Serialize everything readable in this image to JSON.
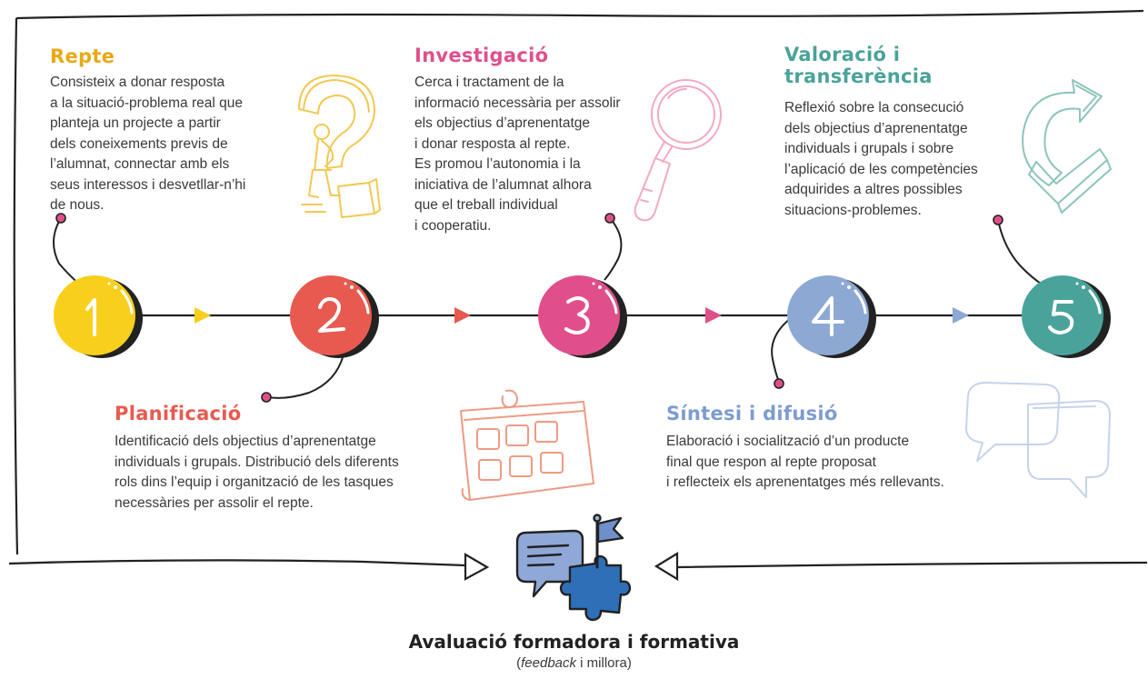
{
  "colors": {
    "yellow": "#f8cf1c",
    "red": "#e85a4f",
    "pink": "#e04f8c",
    "blue": "#8ea8d4",
    "teal": "#4aa39a",
    "dark": "#222222",
    "connector": "#b4275c"
  },
  "steps": [
    {
      "number": "1",
      "title": "Repte",
      "text": "Consisteix a donar resposta\na la situació-problema real que\nplanteja un projecte a partir\ndels coneixements previs de\nl’alumnat, connectar amb els\nseus interessos i desvetllar-n’hi\n        de nous.",
      "icon": "question-mark-thinker-icon"
    },
    {
      "number": "2",
      "title": "Planificació",
      "text": "Identificació dels objectius d’aprenentatge\nindividuals i grupals. Distribució dels diferents\nrols dins l’equip i organització de les tasques\nnecessàries per assolir el repte.",
      "icon": "calendar-icon"
    },
    {
      "number": "3",
      "title": "Investigació",
      "text": "Cerca i tractament de la\ninformació necessària per assolir\nels objectius d’aprenentatge\ni donar resposta al repte.\nEs promou l’autonomia i la\niniciativa de l’alumnat alhora\nque el treball individual\ni cooperatiu.",
      "icon": "magnifying-glass-icon"
    },
    {
      "number": "4",
      "title": "Síntesi i difusió",
      "text": "Elaboració i socialització d’un producte\nfinal que respon al repte proposat\ni reflecteix els aprenentatges més rellevants.",
      "icon": "speech-bubbles-icon"
    },
    {
      "number": "5",
      "title": "Valoració i\ntransferència",
      "text": "Reflexió sobre la consecució\ndels objectius d’aprenentatge\nindividuals i grupals i sobre\nl’aplicació de les competències\nadquirides a altres possibles\nsituacions-problemes.",
      "icon": "curved-arrow-check-icon"
    }
  ],
  "evaluation": {
    "title": "Avaluació formadora i formativa",
    "subtitle_open": "(",
    "subtitle_em": "feedback",
    "subtitle_rest": " i millora)",
    "icon": "chat-flag-puzzle-icon"
  }
}
